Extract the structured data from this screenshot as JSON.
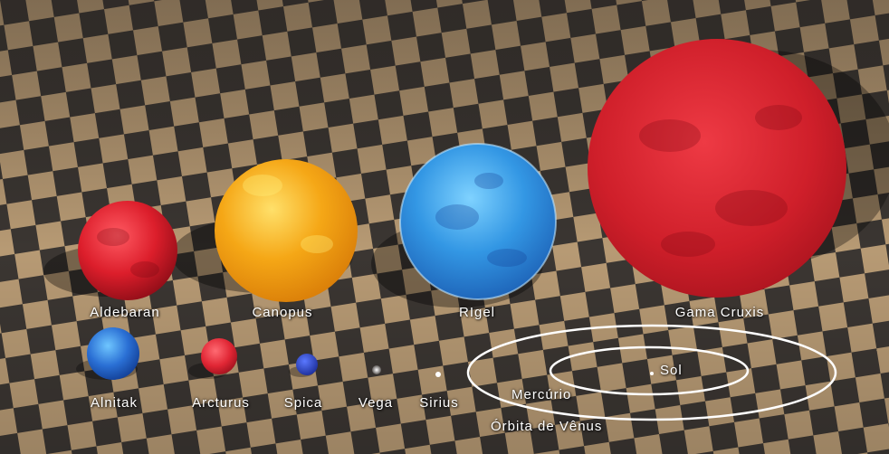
{
  "stars_row1": [
    {
      "name": "Aldebaran",
      "color": "#d8202c"
    },
    {
      "name": "Canopus",
      "color": "#f3a413"
    },
    {
      "name": "RIgel",
      "color": "#3c9fe6"
    },
    {
      "name": "Gama Cruxis",
      "color": "#cd1f2a"
    }
  ],
  "stars_row2": [
    {
      "name": "Alnitak",
      "color": "#2f7de0"
    },
    {
      "name": "Arcturus",
      "color": "#e02634"
    },
    {
      "name": "Spica",
      "color": "#2846c4"
    },
    {
      "name": "Vega",
      "color": "#ffffff"
    },
    {
      "name": "Sirius",
      "color": "#ffffff"
    }
  ],
  "orbits": {
    "sol": "Sol",
    "mercurio": "Mercúrio",
    "venus": "Órbita de Vênus"
  },
  "colors": {
    "checker_light": "#b79a74",
    "checker_dark": "#3b3632",
    "orbit_line": "#ffffff"
  }
}
